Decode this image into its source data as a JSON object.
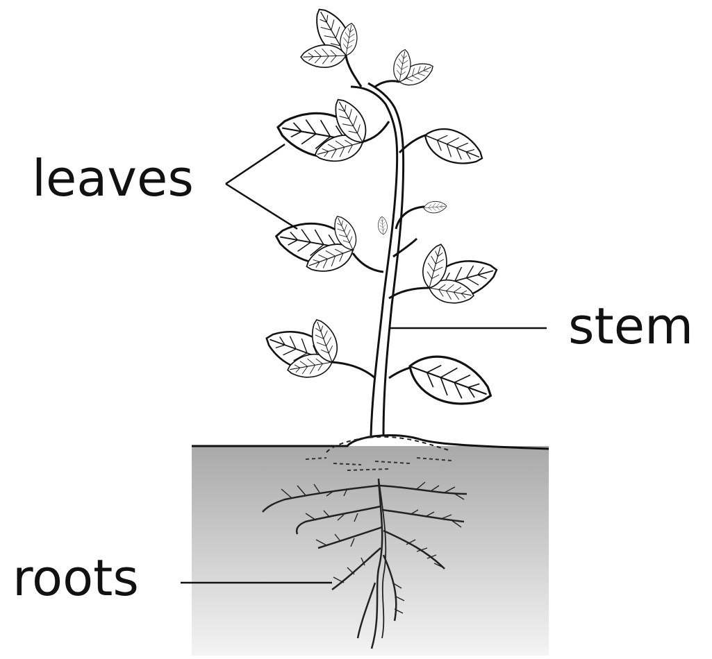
{
  "labels": {
    "leaves": "leaves",
    "stem": "stem",
    "roots": "roots"
  },
  "colors": {
    "ink": "#111111",
    "soil_top": "#a9a9a9",
    "soil_bottom": "#f2f2f2",
    "leaf_fill": "#ffffff"
  }
}
